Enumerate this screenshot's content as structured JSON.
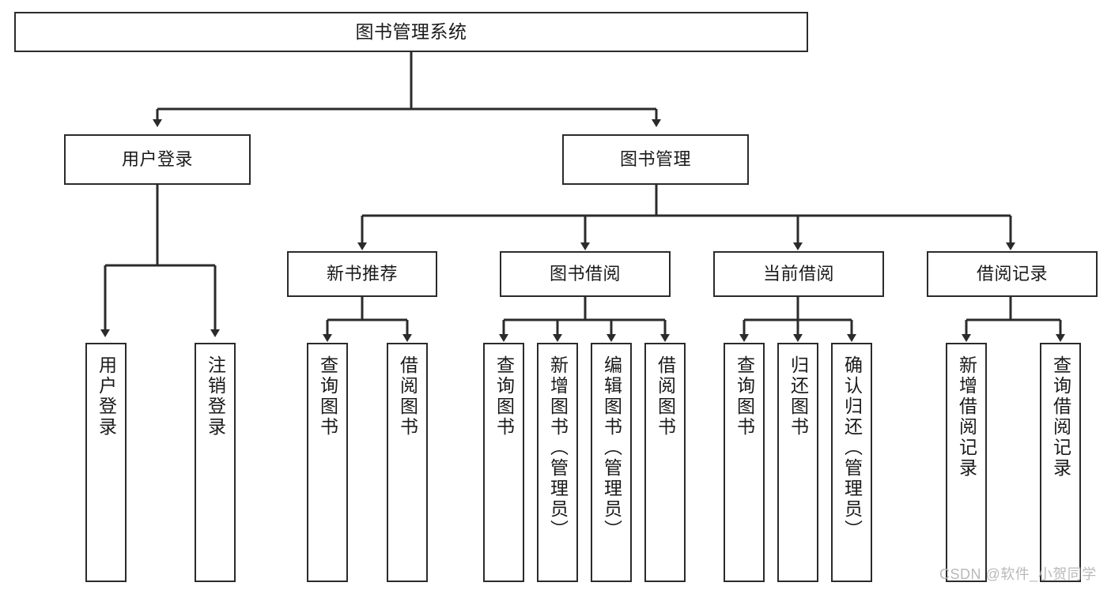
{
  "diagram": {
    "title": "图书管理系统",
    "type": "hierarchy-tree",
    "orientation": "top-down",
    "levels": 4,
    "colors": {
      "box_border": "#2b2b2b",
      "box_fill": "#ffffff",
      "connector": "#2b2b2b",
      "text": "#1a1a1a",
      "background": "#ffffff",
      "watermark": "#b9b9b9"
    },
    "root": {
      "label": "图书管理系统"
    },
    "level1": [
      {
        "label": "用户登录"
      },
      {
        "label": "图书管理"
      }
    ],
    "level2": [
      {
        "label": "新书推荐"
      },
      {
        "label": "图书借阅"
      },
      {
        "label": "当前借阅"
      },
      {
        "label": "借阅记录"
      }
    ],
    "leaves_user_login": [
      {
        "label": "用户登录"
      },
      {
        "label": "注销登录"
      }
    ],
    "leaves_new_book": [
      {
        "label": "查询图书"
      },
      {
        "label": "借阅图书"
      }
    ],
    "leaves_book_borrow": [
      {
        "label": "查询图书"
      },
      {
        "label": "新增图书（管理员）"
      },
      {
        "label": "编辑图书（管理员）"
      },
      {
        "label": "借阅图书"
      }
    ],
    "leaves_current_borrow": [
      {
        "label": "查询图书"
      },
      {
        "label": "归还图书"
      },
      {
        "label": "确认归还（管理员）"
      }
    ],
    "leaves_borrow_record": [
      {
        "label": "新增借阅记录"
      },
      {
        "label": "查询借阅记录"
      }
    ]
  },
  "watermark": {
    "text": "CSDN @软件_小贺同学"
  }
}
